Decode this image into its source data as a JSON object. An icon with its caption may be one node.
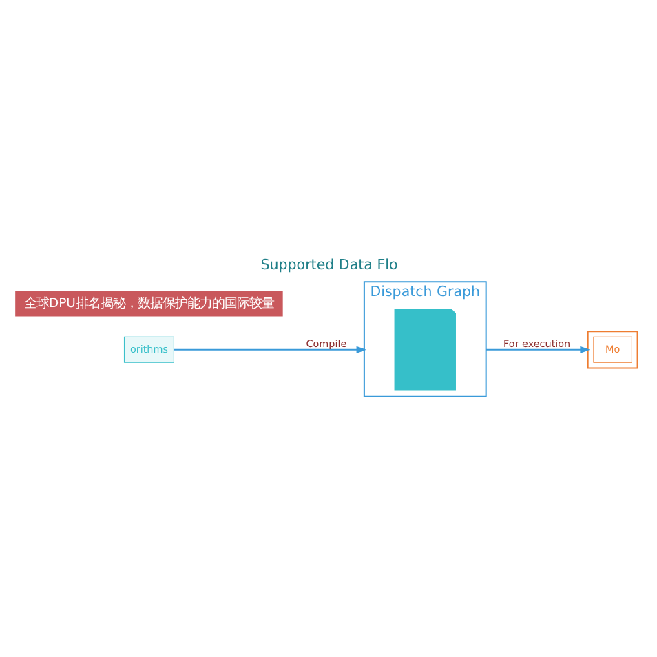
{
  "diagram": {
    "title": "Supported Data Flo",
    "nodes": [
      {
        "text": [
          "orithms"
        ]
      },
      {
        "text": [
          "Dispatch Graph"
        ]
      },
      {
        "text": [],
        "shape": "picture",
        "in": 1
      },
      {
        "text": [],
        "shape": "box"
      },
      {
        "text": [
          "Mo"
        ],
        "in": 3
      }
    ],
    "edges": [
      {
        "from": 0,
        "to": 1,
        "arrow": "to",
        "label": "Compile"
      },
      {
        "from": 1,
        "to": 3,
        "arrow": "to",
        "label": "For execution"
      }
    ],
    "labels": [
      "全球DPU排名揭秘，数据保护能力的国际较量"
    ]
  }
}
